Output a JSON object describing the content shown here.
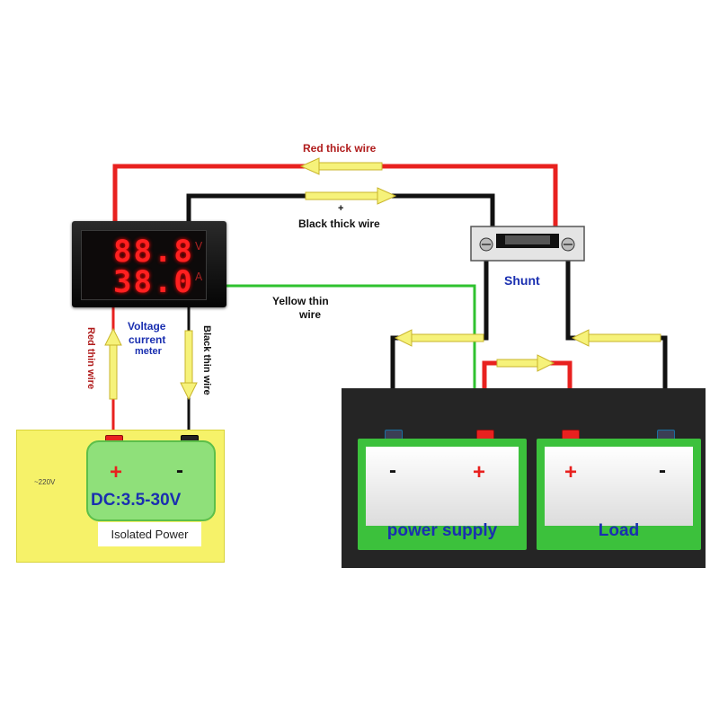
{
  "labels": {
    "red_thick_wire": "Red thick wire",
    "black_thick_wire": "Black thick wire",
    "black_thick_plus": "+",
    "shunt": "Shunt",
    "yellow_thin_wire_line1": "Yellow thin",
    "yellow_thin_wire_line2": "wire",
    "voltage_line1": "Voltage",
    "voltage_line2": "current",
    "voltage_line3": "meter",
    "red_thin_wire": "Red thin wire",
    "black_thin_wire": "Black thin wire"
  },
  "meter": {
    "top_reading": "88.8",
    "bottom_reading": "38.0",
    "top_unit": "V",
    "bottom_unit": "A"
  },
  "isolated_power": {
    "plus": "+",
    "minus": "-",
    "range": "DC:3.5-30V",
    "label": "Isolated Power",
    "mains": "~220V"
  },
  "power_supply": {
    "minus": "-",
    "plus": "+",
    "label": "power supply"
  },
  "load": {
    "plus": "+",
    "minus": "-",
    "label": "Load"
  },
  "colors": {
    "red_wire": "#e8211f",
    "black_wire": "#111111",
    "yellow_wire": "#2fc22f",
    "arrow_fill": "#f6f27a",
    "label_red": "#b01c1c",
    "label_blue": "#1a2fb0"
  }
}
